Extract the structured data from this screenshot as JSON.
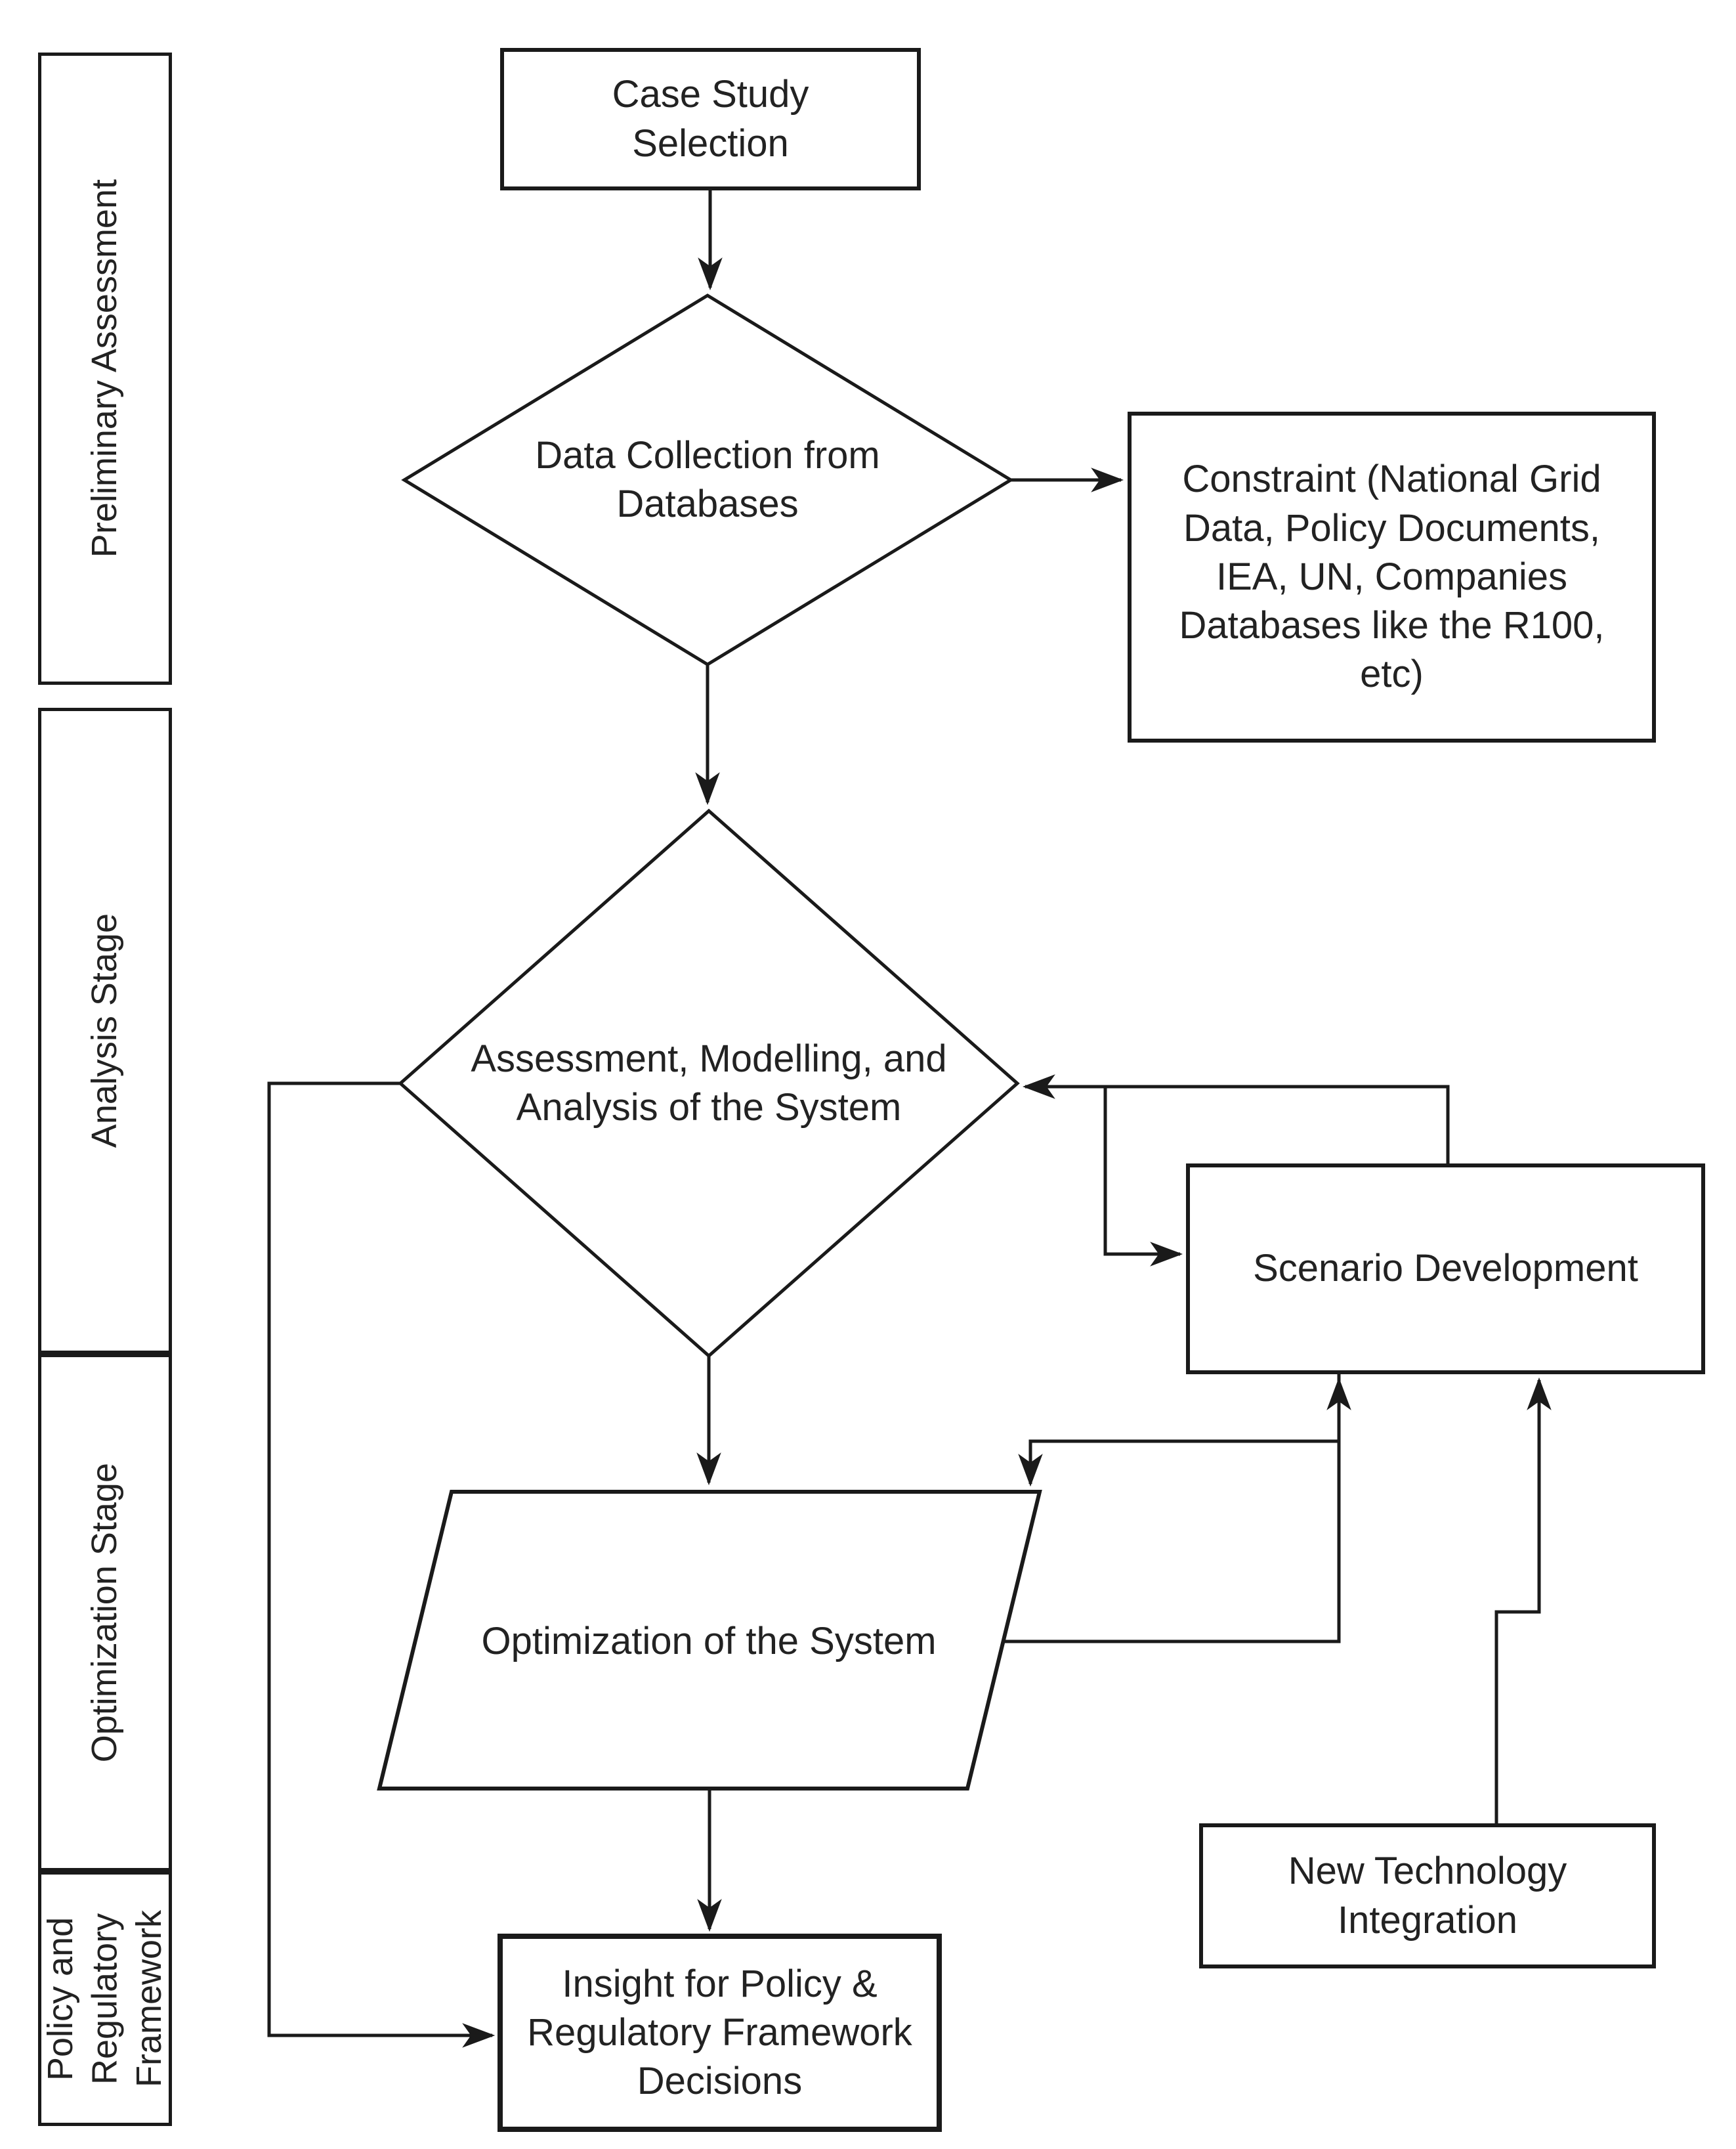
{
  "diagram": {
    "title": "Methodology flowchart",
    "colors": {
      "stroke": "#1a1a1a",
      "background": "#ffffff",
      "text": "#222222"
    },
    "sidebar": {
      "stages": [
        {
          "label": "Preliminary Assessment"
        },
        {
          "label": "Analysis Stage"
        },
        {
          "label": "Optimization Stage"
        },
        {
          "label": "Policy and\nRegulatory\nFramework"
        }
      ]
    },
    "nodes": {
      "case_study": {
        "shape": "rectangle",
        "label": "Case Study\nSelection"
      },
      "data_collection": {
        "shape": "diamond",
        "label": "Data Collection from\nDatabases"
      },
      "constraint": {
        "shape": "rectangle",
        "label": "Constraint (National Grid\nData, Policy Documents,\nIEA, UN, Companies\nDatabases like the R100,\netc)"
      },
      "assessment": {
        "shape": "diamond",
        "label": "Assessment, Modelling, and\nAnalysis of the System"
      },
      "scenario": {
        "shape": "rectangle",
        "label": "Scenario Development"
      },
      "optimization": {
        "shape": "parallelogram",
        "label": "Optimization of the System"
      },
      "new_technology": {
        "shape": "rectangle",
        "label": "New Technology\nIntegration"
      },
      "insight": {
        "shape": "rectangle",
        "label": "Insight for Policy &\nRegulatory Framework\nDecisions"
      }
    },
    "edges": [
      {
        "from": "case_study",
        "to": "data_collection",
        "style": "arrow-down"
      },
      {
        "from": "data_collection",
        "to": "constraint",
        "style": "arrow-right"
      },
      {
        "from": "data_collection",
        "to": "assessment",
        "style": "arrow-down"
      },
      {
        "from": "assessment",
        "to": "optimization",
        "style": "arrow-down"
      },
      {
        "from": "assessment",
        "to": "scenario",
        "style": "arrow-right-elbow"
      },
      {
        "from": "scenario",
        "to": "assessment",
        "style": "arrow-left-elbow-feedback"
      },
      {
        "from": "scenario",
        "to": "optimization",
        "style": "arrow-down-elbow"
      },
      {
        "from": "optimization",
        "to": "scenario",
        "style": "arrow-up-elbow"
      },
      {
        "from": "new_technology",
        "to": "scenario",
        "style": "arrow-up-elbow"
      },
      {
        "from": "optimization",
        "to": "insight",
        "style": "arrow-down"
      },
      {
        "from": "assessment",
        "to": "insight",
        "style": "arrow-left-down-elbow"
      }
    ]
  }
}
